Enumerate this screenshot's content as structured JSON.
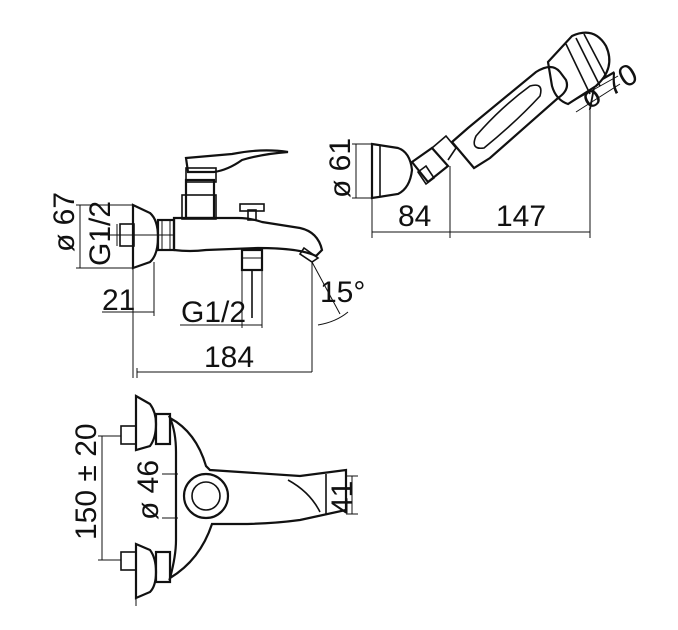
{
  "dimensions": {
    "top_view_dia_67": "ø 67",
    "top_view_thread_inlet": "G1/2",
    "top_view_21": "21",
    "top_view_thread_outlet": "G1/2",
    "top_view_angle": "15°",
    "top_view_184": "184",
    "shower_dia_61": "ø 61",
    "shower_84": "84",
    "shower_147": "147",
    "shower_dia_70": "ø 70",
    "front_view_150": "150 ± 20",
    "front_view_dia_46": "ø 46",
    "front_view_41": "41"
  }
}
